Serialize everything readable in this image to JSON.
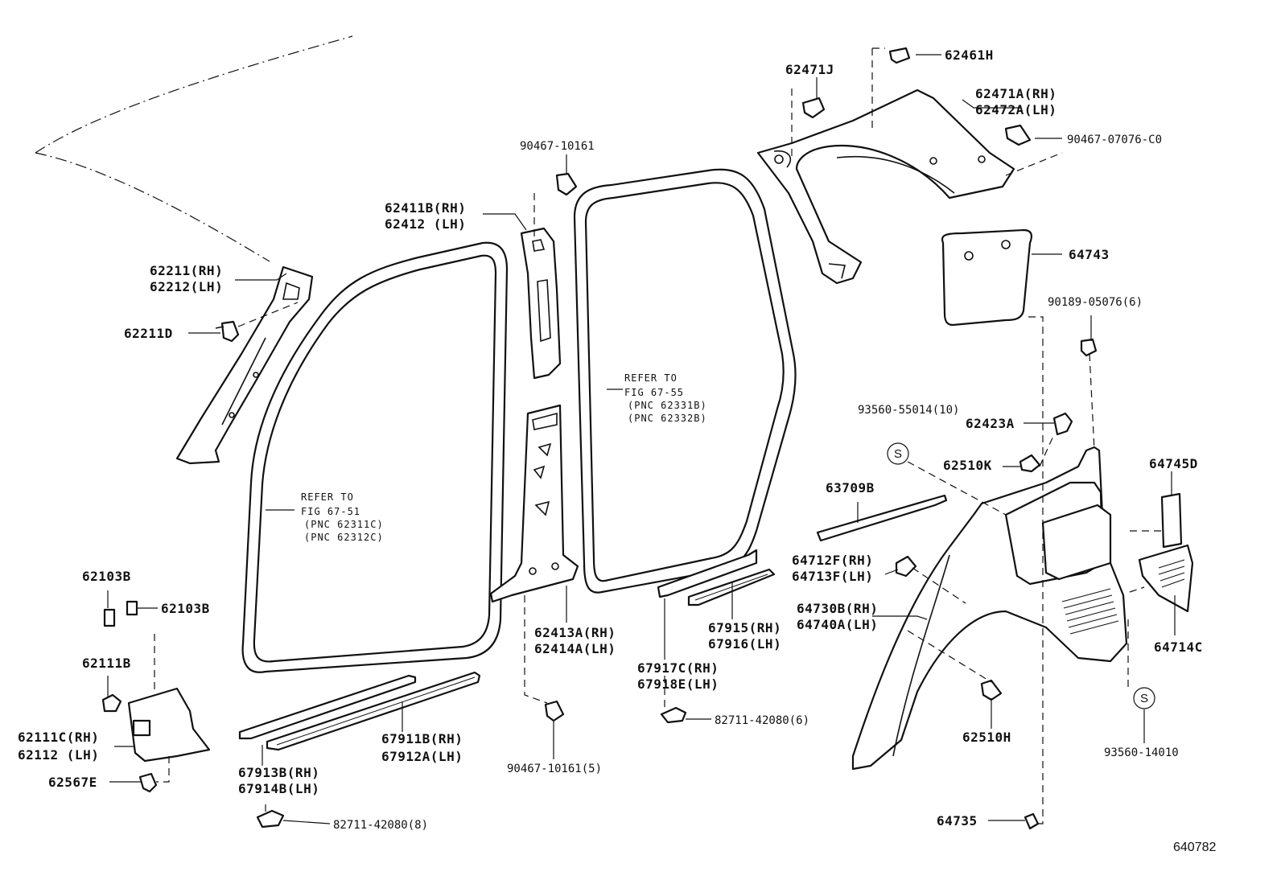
{
  "figure_number": "640782",
  "labels": {
    "p62461H": "62461H",
    "p62471J": "62471J",
    "p62471A": "62471A(RH)",
    "p62472A": "62472A(LH)",
    "p90467_07076": "90467-07076-C0",
    "p90467_10161_top": "90467-10161",
    "p62411B": "62411B(RH)",
    "p62412": "62412  (LH)",
    "p62211": "62211(RH)",
    "p62212": "62212(LH)",
    "p62211D": "62211D",
    "p64743": "64743",
    "p90189": "90189-05076(6)",
    "p93560_55014": "93560-55014(10)",
    "p62423A": "62423A",
    "p62510K": "62510K",
    "p64745D": "64745D",
    "p63709B": "63709B",
    "p64712F": "64712F(RH)",
    "p64713F": "64713F(LH)",
    "p64730B": "64730B(RH)",
    "p64740A": "64740A(LH)",
    "p64714C": "64714C",
    "p62103B_a": "62103B",
    "p62103B_b": "62103B",
    "p62111B": "62111B",
    "p62111C": "62111C(RH)",
    "p62112": "62112  (LH)",
    "p62567E": "62567E",
    "p62413A": "62413A(RH)",
    "p62414A": "62414A(LH)",
    "p67915": "67915(RH)",
    "p67916": "67916(LH)",
    "p67917C": "67917C(RH)",
    "p67918E": "67918E(LH)",
    "p67911B": "67911B(RH)",
    "p67912A": "67912A(LH)",
    "p67913B": "67913B(RH)",
    "p67914B": "67914B(LH)",
    "p82711_mid": "82711-42080(6)",
    "p82711_bot": "82711-42080(8)",
    "p90467_10161_bot": "90467-10161(5)",
    "p62510H": "62510H",
    "p93560_14010": "93560-14010",
    "p64735": "64735"
  },
  "refer_front": {
    "line1": "REFER TO",
    "line2": "FIG 67-51",
    "line3": "(PNC 62311C)",
    "line4": "(PNC 62312C)"
  },
  "refer_rear": {
    "line1": "REFER TO",
    "line2": "FIG 67-55",
    "line3": "(PNC 62331B)",
    "line4": "(PNC 62332B)"
  },
  "symbol": "S"
}
